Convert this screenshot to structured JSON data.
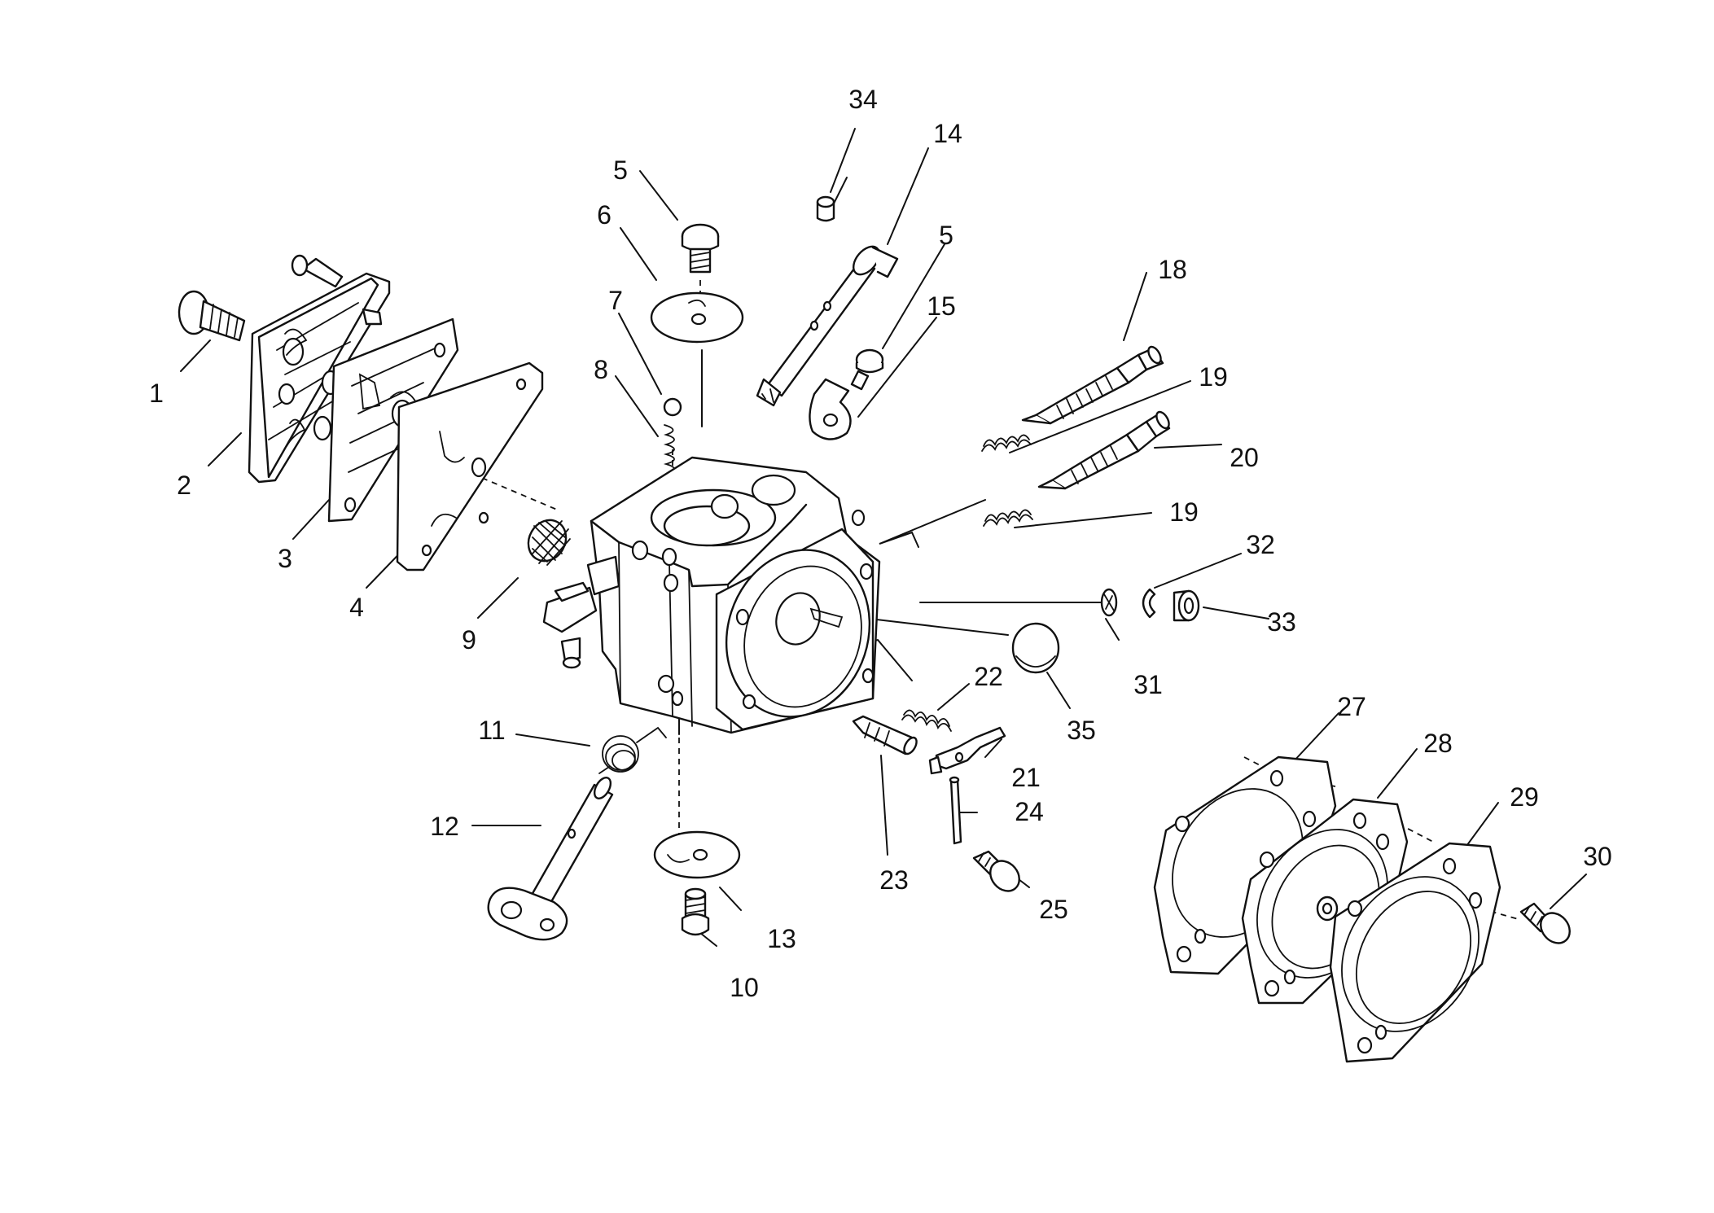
{
  "callouts": [
    {
      "key": "p1",
      "label": "1"
    },
    {
      "key": "p2",
      "label": "2"
    },
    {
      "key": "p3",
      "label": "3"
    },
    {
      "key": "p4",
      "label": "4"
    },
    {
      "key": "p5a",
      "label": "5"
    },
    {
      "key": "p5b",
      "label": "5"
    },
    {
      "key": "p6",
      "label": "6"
    },
    {
      "key": "p7",
      "label": "7"
    },
    {
      "key": "p8",
      "label": "8"
    },
    {
      "key": "p9",
      "label": "9"
    },
    {
      "key": "p10",
      "label": "10"
    },
    {
      "key": "p11",
      "label": "11"
    },
    {
      "key": "p12",
      "label": "12"
    },
    {
      "key": "p13",
      "label": "13"
    },
    {
      "key": "p14",
      "label": "14"
    },
    {
      "key": "p15",
      "label": "15"
    },
    {
      "key": "p18",
      "label": "18"
    },
    {
      "key": "p19a",
      "label": "19"
    },
    {
      "key": "p19b",
      "label": "19"
    },
    {
      "key": "p20",
      "label": "20"
    },
    {
      "key": "p21",
      "label": "21"
    },
    {
      "key": "p22",
      "label": "22"
    },
    {
      "key": "p23",
      "label": "23"
    },
    {
      "key": "p24",
      "label": "24"
    },
    {
      "key": "p25",
      "label": "25"
    },
    {
      "key": "p27",
      "label": "27"
    },
    {
      "key": "p28",
      "label": "28"
    },
    {
      "key": "p29",
      "label": "29"
    },
    {
      "key": "p30",
      "label": "30"
    },
    {
      "key": "p31",
      "label": "31"
    },
    {
      "key": "p32",
      "label": "32"
    },
    {
      "key": "p33",
      "label": "33"
    },
    {
      "key": "p34",
      "label": "34"
    },
    {
      "key": "p35",
      "label": "35"
    }
  ]
}
